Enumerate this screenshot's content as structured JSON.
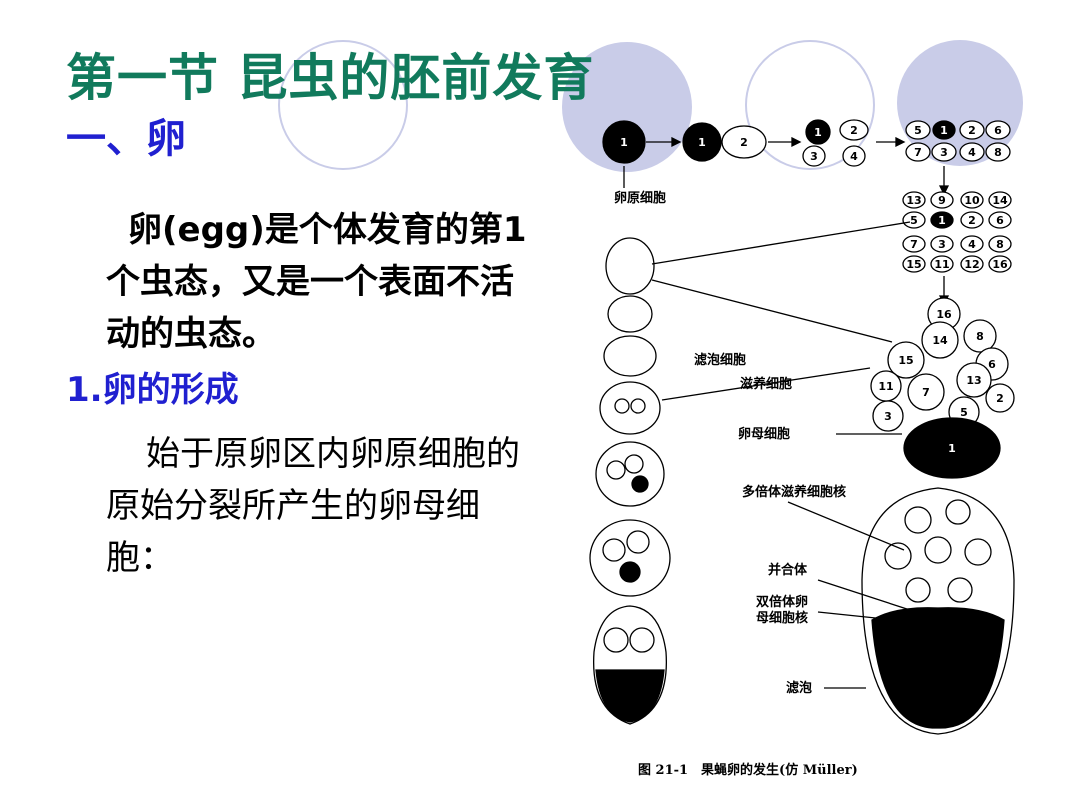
{
  "slide": {
    "title": "第一节 昆虫的胚前发育",
    "subtitle": "一、卵",
    "intro": "卵(egg)是个体发育的第1个虫态，又是一个表面不活动的虫态。",
    "point_heading": "1.卵的形成",
    "point_text": "始于原卵区内卵原细胞的原始分裂所产生的卵母细胞："
  },
  "figure": {
    "labels": {
      "oogonium": "卵原细胞",
      "follicle_cells": "滤泡细胞",
      "nurse_cells": "滋养细胞",
      "oocyte": "卵母细胞",
      "polyploid_nucleus": "多倍体滋养细胞核",
      "synaptic": "并合体",
      "diploid_line1": "双倍体卵",
      "diploid_line2": "母细胞核",
      "follicle": "滤泡"
    },
    "caption": "图 21-1　果蝇卵的发生(仿 Müller)",
    "division_cells": {
      "stage1": [
        "1"
      ],
      "stage2": [
        "1",
        "2"
      ],
      "stage3": [
        "1",
        "2",
        "3",
        "4"
      ],
      "stage4": [
        "5",
        "1",
        "2",
        "6",
        "7",
        "3",
        "4",
        "8"
      ],
      "stage5": [
        "13",
        "9",
        "10",
        "14",
        "5",
        "1",
        "2",
        "6",
        "7",
        "3",
        "4",
        "8",
        "15",
        "11",
        "12",
        "16"
      ],
      "cluster": [
        "16",
        "14",
        "8",
        "15",
        "6",
        "11",
        "7",
        "13",
        "2",
        "3",
        "5",
        "1"
      ]
    }
  },
  "colors": {
    "title": "#117a5c",
    "accent": "#2020d0",
    "deco": "#c9cce8"
  }
}
